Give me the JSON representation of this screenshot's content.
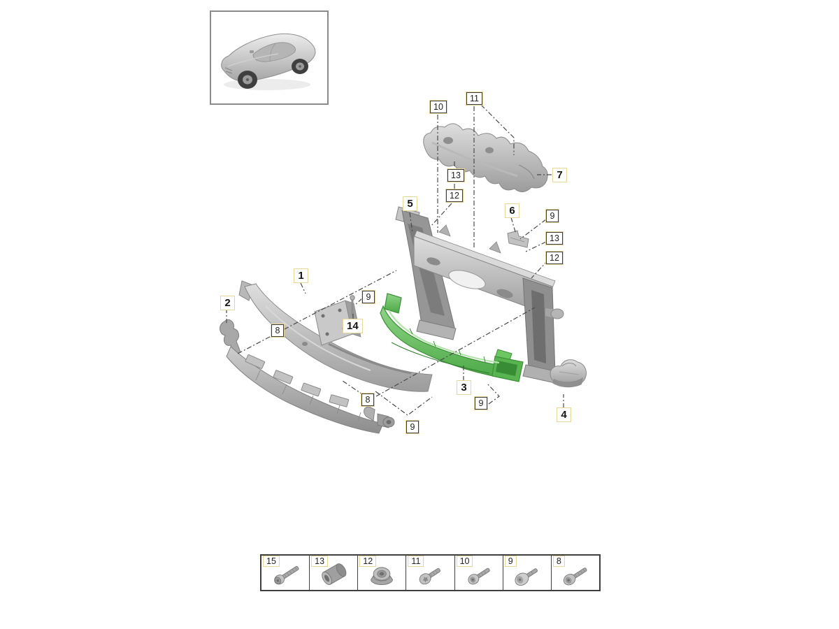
{
  "vehicle_thumbnail": {
    "icon": "car-3quarter-view-icon"
  },
  "callouts": {
    "c10": "10",
    "c11": "11",
    "c13_top": "13",
    "c12_top": "12",
    "c5": "5",
    "c7": "7",
    "c6": "6",
    "c9_right": "9",
    "c13_right": "13",
    "c12_right": "12",
    "c1": "1",
    "c2": "2",
    "c9_mid": "9",
    "c14": "14",
    "c8_left": "8",
    "c3": "3",
    "c9_bottom_right": "9",
    "c8_bottom": "8",
    "c9_bottom_left": "9",
    "c4": "4"
  },
  "legend": {
    "items": [
      {
        "num": "15",
        "icon": "long-bolt-icon"
      },
      {
        "num": "13",
        "icon": "spacer-sleeve-icon"
      },
      {
        "num": "12",
        "icon": "grommet-nut-icon"
      },
      {
        "num": "11",
        "icon": "torx-screw-icon"
      },
      {
        "num": "10",
        "icon": "pan-head-screw-icon"
      },
      {
        "num": "9",
        "icon": "dome-head-screw-icon"
      },
      {
        "num": "8",
        "icon": "washer-screw-icon"
      }
    ]
  },
  "colors": {
    "highlight_green": "#5cbd57",
    "label_border": "#e8d79a",
    "ref_box_border": "#3d3d3d",
    "leader_line": "#4a4a4a",
    "part_gray": "#b5b5b5"
  }
}
